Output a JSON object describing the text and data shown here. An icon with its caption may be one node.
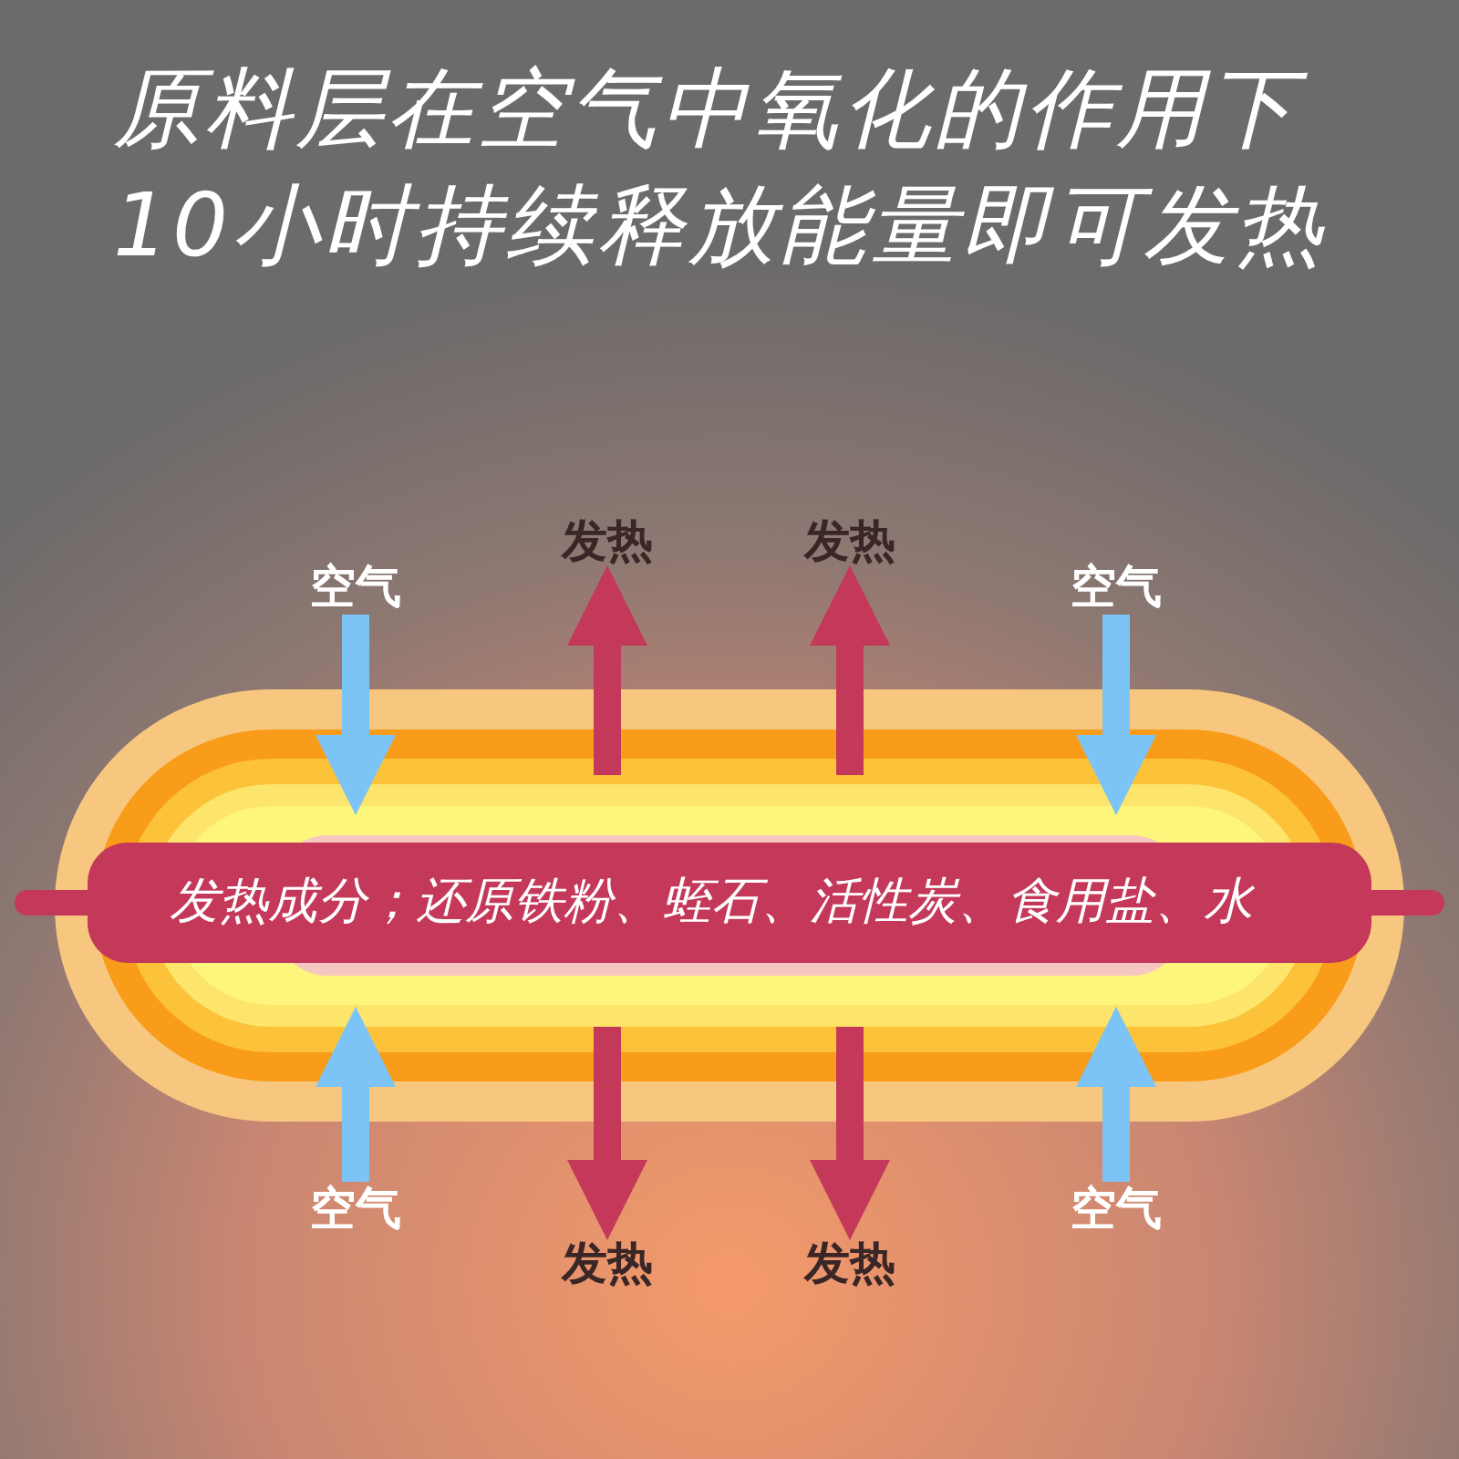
{
  "diagram": {
    "title": "原料层在空气中氧化的作用下10小时持续释放能量即可发热",
    "nodes": [
      {
        "text": [],
        "shape": "capsule"
      },
      {
        "text": [
          "发热成分；还原铁粉、蛭石、活性炭、食用盐、水"
        ],
        "in": 0
      },
      {
        "text": [
          "发热"
        ]
      },
      {
        "text": [
          "发热"
        ]
      },
      {
        "text": [
          "空气"
        ]
      },
      {
        "text": [
          "空气"
        ]
      },
      {
        "text": [
          "空气"
        ]
      },
      {
        "text": [
          "空气"
        ]
      },
      {
        "text": [
          "发热"
        ]
      },
      {
        "text": [
          "发热"
        ]
      }
    ],
    "edges": [
      {
        "from": 4,
        "to": 0,
        "arrow": "to",
        "color": "#7cc4f5"
      },
      {
        "from": 5,
        "to": 0,
        "arrow": "to",
        "color": "#7cc4f5"
      },
      {
        "from": 6,
        "to": 0,
        "arrow": "to",
        "color": "#7cc4f5"
      },
      {
        "from": 7,
        "to": 0,
        "arrow": "to",
        "color": "#7cc4f5"
      },
      {
        "from": 0,
        "to": 2,
        "arrow": "to",
        "color": "#c4385a"
      },
      {
        "from": 0,
        "to": 3,
        "arrow": "to",
        "color": "#c4385a"
      },
      {
        "from": 0,
        "to": 8,
        "arrow": "to",
        "color": "#c4385a"
      },
      {
        "from": 0,
        "to": 9,
        "arrow": "to",
        "color": "#c4385a"
      }
    ]
  }
}
